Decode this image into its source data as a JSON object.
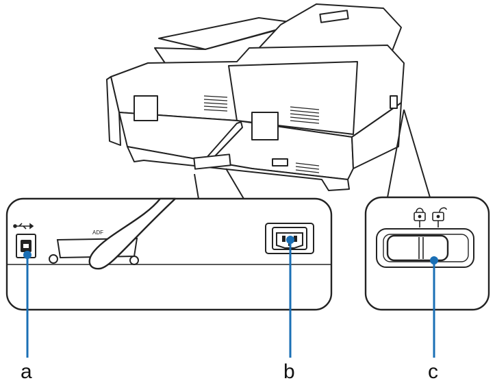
{
  "callouts": {
    "a": "a",
    "b": "b",
    "c": "c"
  },
  "port_labels": {
    "adf": "ADF"
  },
  "icons": {
    "usb": "usb-icon",
    "lock": "lock-icon",
    "unlock": "unlock-icon"
  },
  "colors": {
    "line": "#222222",
    "pointer": "#1a6fb5"
  }
}
